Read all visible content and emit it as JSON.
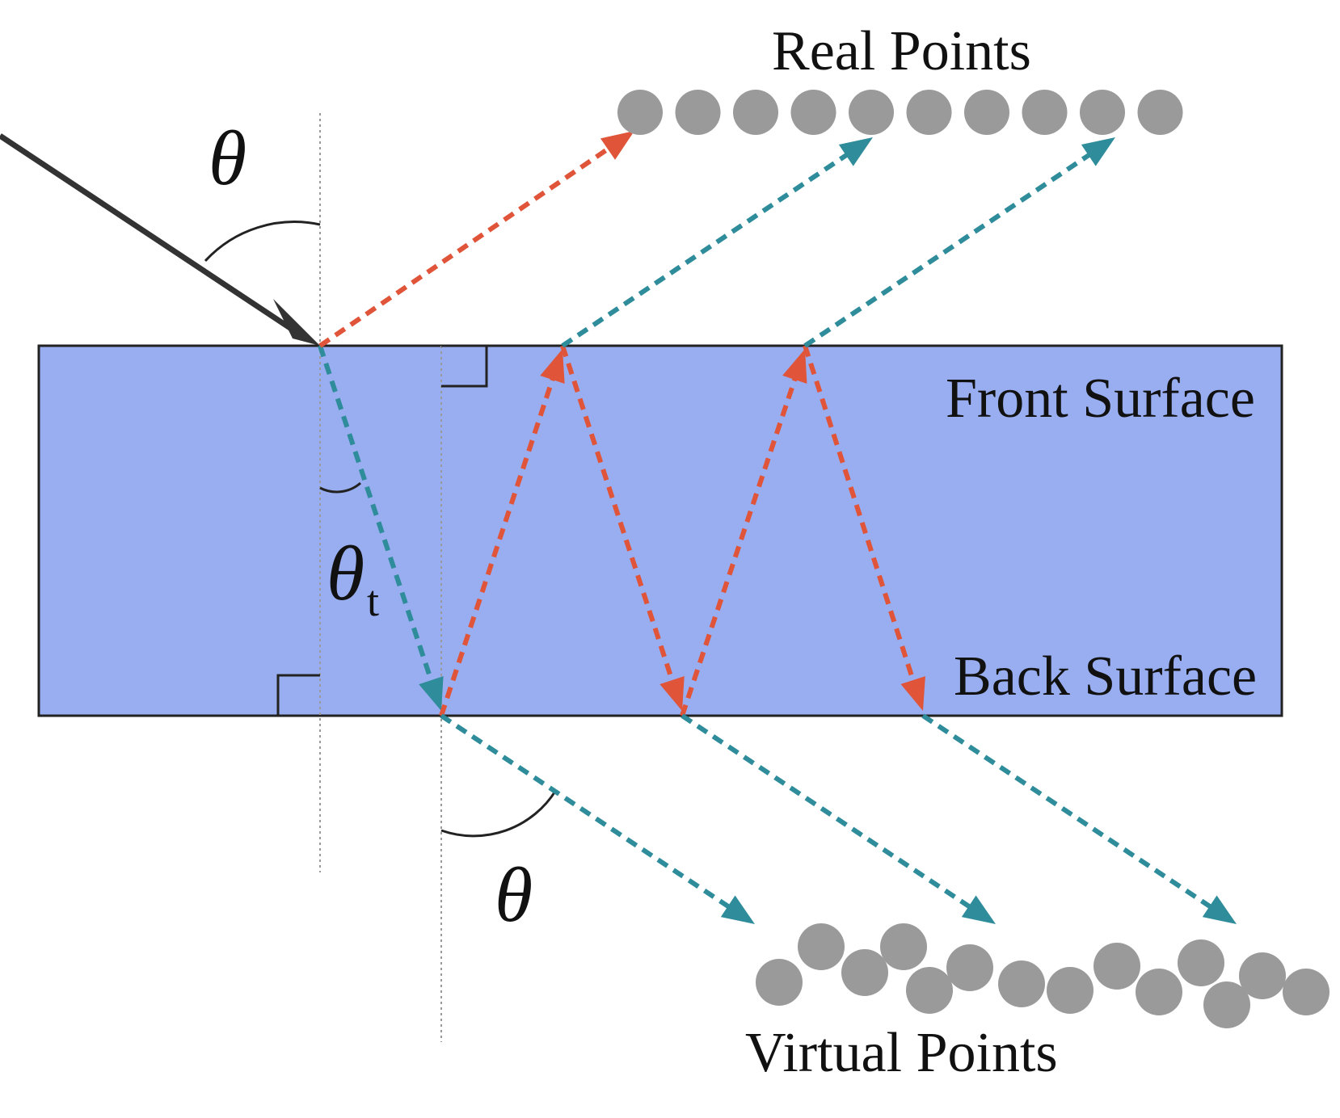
{
  "labels": {
    "real_points": "Real Points",
    "front_surface": "Front Surface",
    "back_surface": "Back Surface",
    "virtual_points": "Virtual Points",
    "theta_incident": "θ",
    "theta_exit": "θ",
    "theta_t": "θ",
    "theta_t_subscript": "t"
  },
  "colors": {
    "slab_fill": "#99aef0",
    "slab_border": "#222222",
    "incident_ray": "#333333",
    "teal_ray": "#2f8c9a",
    "red_ray": "#e0553a",
    "point_fill": "#9a9a9a",
    "normal_line": "#9a9a9a"
  },
  "icons": {
    "point": "gray-circle",
    "arrowhead": "triangle-arrowhead"
  }
}
